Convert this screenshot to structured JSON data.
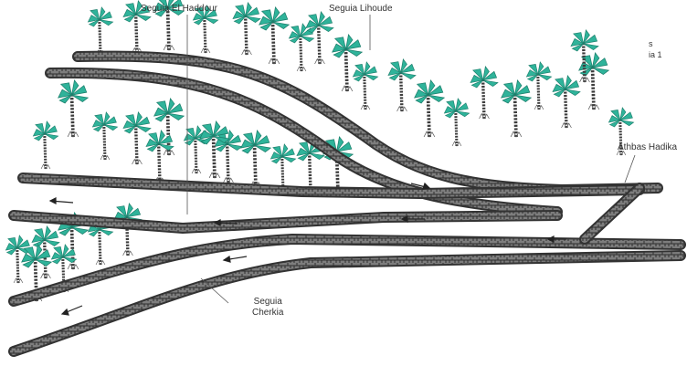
{
  "labels": {
    "seguia_el_haddour": "Seguia El Haddour",
    "seguia_lihoude": "Seguia Lihoude",
    "athbas_hadika": "Athbas Hadika",
    "seguia_cherkia_line1": "Seguia",
    "seguia_cherkia_line2": "Cherkia",
    "corner_mark_line1": "s",
    "corner_mark_line2": "ia 1"
  },
  "colors": {
    "wall_dark": "#3a3a3a",
    "wall_light": "#9a9a9a",
    "palm_leaf": "#2fb39a",
    "palm_leaf_dark": "#1d7f6c",
    "trunk": "#444444",
    "ink": "#222222"
  },
  "icons": {
    "palm": "palm-tree-icon",
    "arrow": "flow-arrow-icon"
  }
}
